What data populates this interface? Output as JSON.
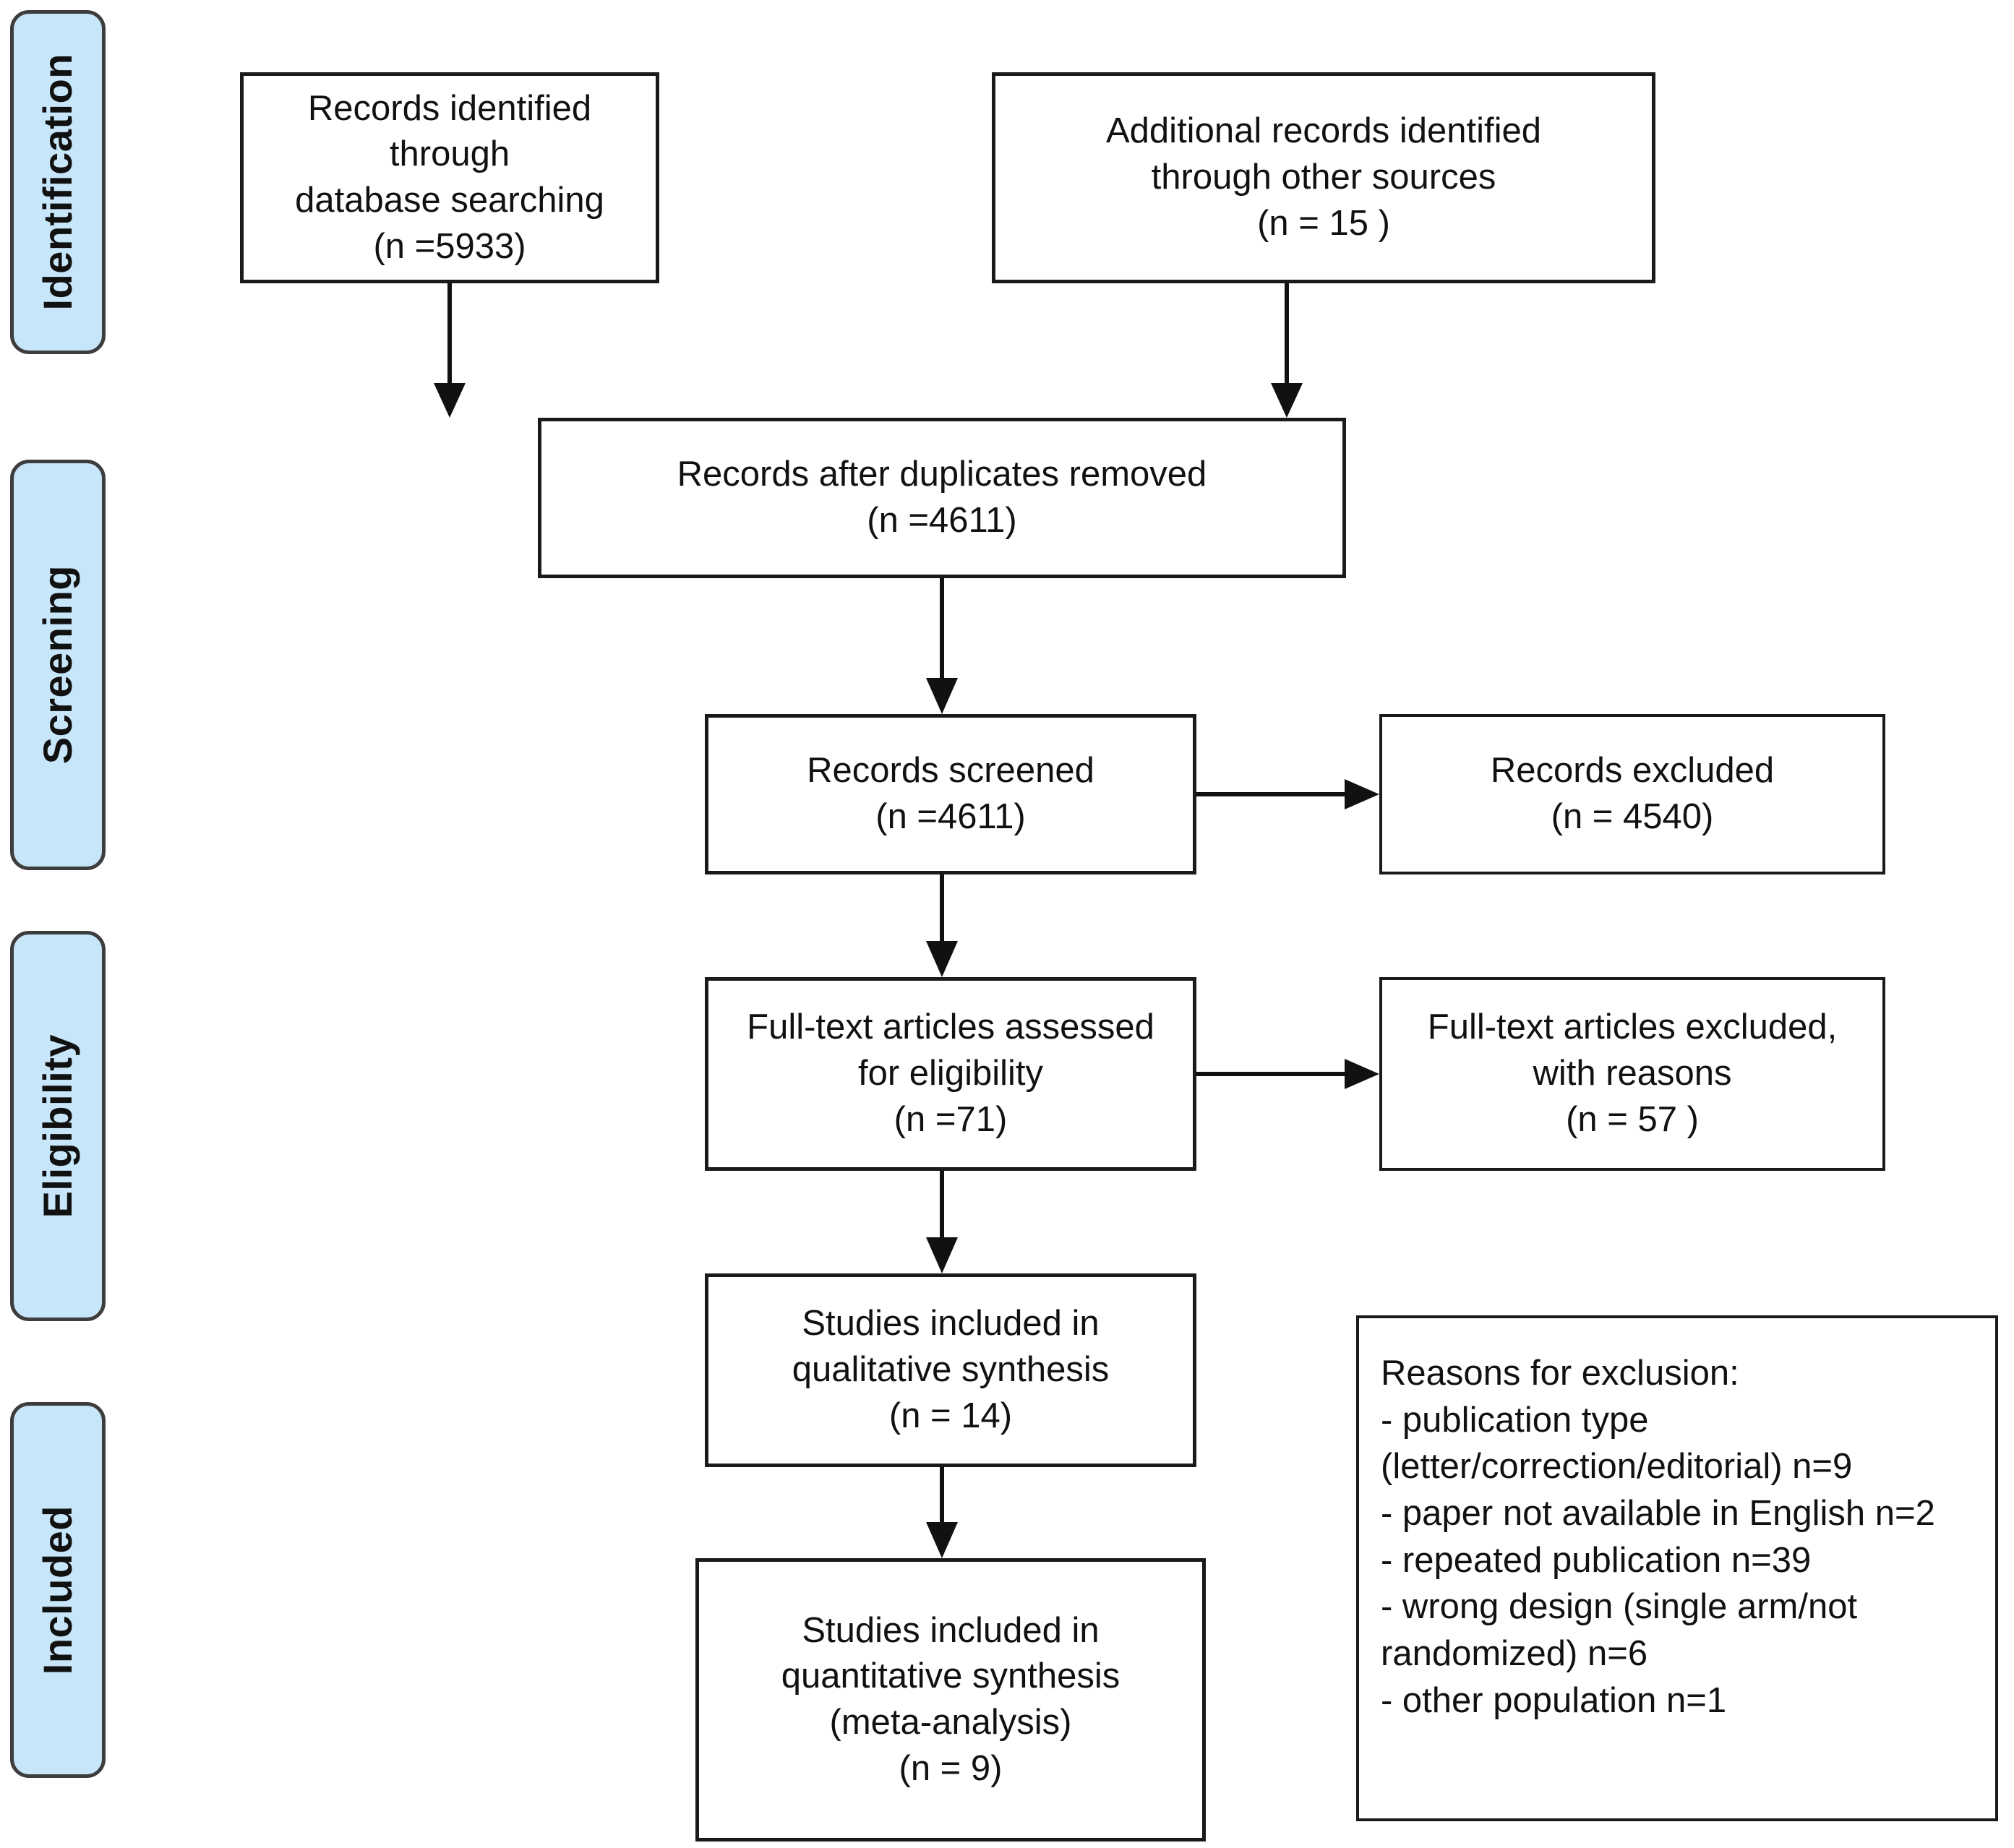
{
  "diagram": {
    "title": "PRISMA flow diagram",
    "accent_color": "#c8e6fa",
    "border_color": "#1a1a1a",
    "background_color": "#ffffff"
  },
  "stages": [
    {
      "label": "Identification"
    },
    {
      "label": "Screening"
    },
    {
      "label": "Eligibility"
    },
    {
      "label": "Included"
    }
  ],
  "boxes": {
    "records_identified": {
      "text": "Records identified through\ndatabase searching\n(n =5933)",
      "count": 5933
    },
    "additional_records": {
      "text": "Additional records identified\nthrough other sources\n(n =  15 )",
      "count": 15
    },
    "duplicates_removed": {
      "text": "Records after duplicates removed\n(n =4611)",
      "count": 4611
    },
    "records_screened": {
      "text": "Records screened\n(n =4611)",
      "count": 4611
    },
    "records_excluded": {
      "text": "Records excluded\n(n =  4540)",
      "count": 4540
    },
    "fulltext_assessed": {
      "text": "Full-text articles assessed\nfor eligibility\n(n =71)",
      "count": 71
    },
    "fulltext_excluded": {
      "text": "Full-text articles excluded,\nwith reasons\n(n =  57 )",
      "count": 57
    },
    "qualitative_synthesis": {
      "text": "Studies included in\nqualitative synthesis\n(n = 14)",
      "count": 14
    },
    "quantitative_synthesis": {
      "text": "Studies included in\nquantitative synthesis\n(meta-analysis)\n(n = 9)",
      "count": 9
    },
    "reasons_for_exclusion": {
      "text": "Reasons for exclusion:\n- publication type\n(letter/correction/editorial) n=9\n- paper not available in English n=2\n- repeated publication n=39\n- wrong design (single arm/not\nrandomized) n=6\n- other population n=1",
      "heading": "Reasons for exclusion:",
      "items": [
        {
          "reason": "publication type (letter/correction/editorial)",
          "n": 9
        },
        {
          "reason": "paper not available in English",
          "n": 2
        },
        {
          "reason": "repeated publication",
          "n": 39
        },
        {
          "reason": "wrong design (single arm/not randomized)",
          "n": 6
        },
        {
          "reason": "other population",
          "n": 1
        }
      ]
    }
  }
}
